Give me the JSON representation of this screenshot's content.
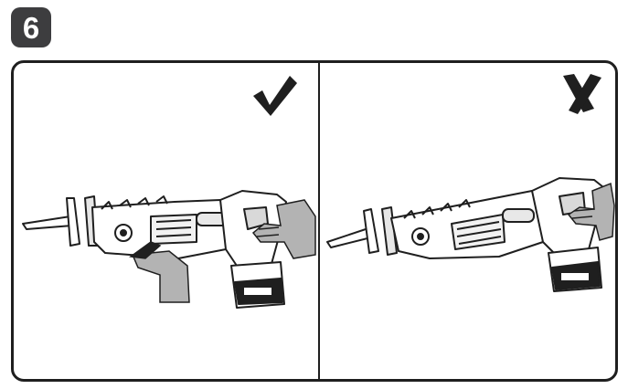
{
  "step": {
    "number": "6"
  },
  "colors": {
    "ink": "#1f1f1f",
    "badge": "#3d3d3f",
    "hand": "#b3b3b3",
    "tool_body": "#ffffff"
  },
  "panels": [
    {
      "id": "correct",
      "mark_icon": "check-mark-icon"
    },
    {
      "id": "incorrect",
      "mark_icon": "cross-mark-icon"
    }
  ]
}
